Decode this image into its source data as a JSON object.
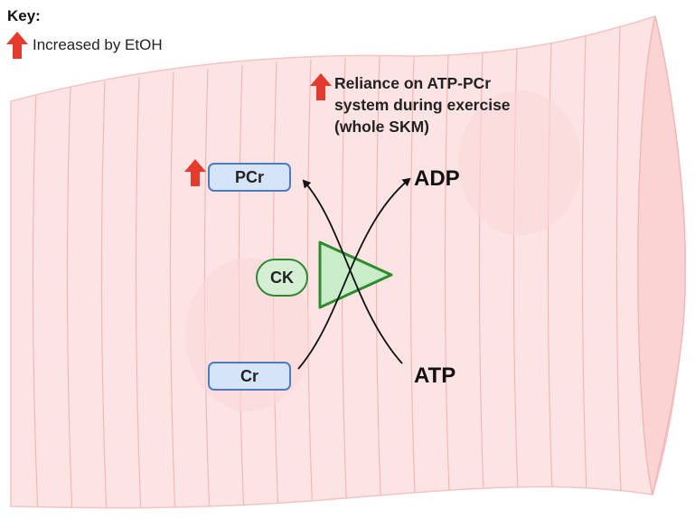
{
  "key": {
    "title": "Key:",
    "legend_label": "Increased by EtOH",
    "arrow_icon": "red-up-arrow"
  },
  "annotation": {
    "text": "Reliance on ATP-PCr\nsystem during exercise\n(whole SKM)",
    "increased": true
  },
  "nodes": {
    "pcr": {
      "label": "PCr",
      "increased": true
    },
    "cr": {
      "label": "Cr"
    },
    "adp": {
      "label": "ADP"
    },
    "atp": {
      "label": "ATP"
    }
  },
  "enzyme": {
    "label": "CK"
  },
  "colors": {
    "increase_arrow": "#e53b2c",
    "muscle_fill": "#fde4e4",
    "muscle_stroke": "#f2b8b8",
    "box_fill": "#d6e4f7",
    "box_stroke": "#4d7cc6",
    "enzyme_fill": "#d4efd4",
    "enzyme_stroke": "#2f8a2f"
  }
}
